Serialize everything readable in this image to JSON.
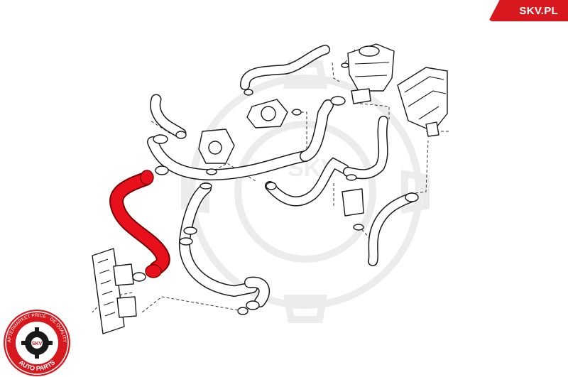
{
  "brand": {
    "tab_text": "SKV.PL",
    "tab_color": "#d7191f"
  },
  "logo": {
    "ring_text": "AFTERMARKET PRICE · OE QUALITY",
    "center_text": "SKV",
    "bottom_text": "AUTO PARTS",
    "color": "#d7191f"
  },
  "watermark": {
    "text": "SKV"
  },
  "diagram": {
    "highlight_color": "#e8101c",
    "line_color": "#1a1a1a"
  }
}
